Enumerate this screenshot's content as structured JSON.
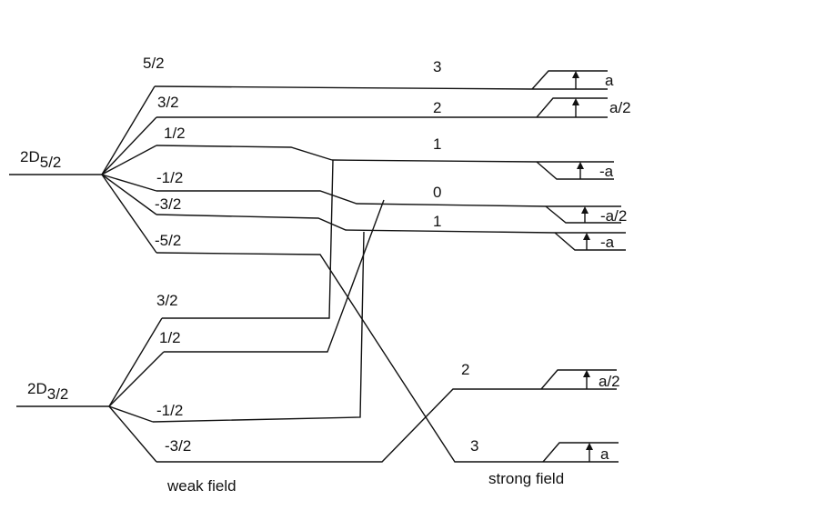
{
  "terms": {
    "upper": {
      "main": "2D",
      "sub": "5/2"
    },
    "lower": {
      "main": "2D",
      "sub": "3/2"
    }
  },
  "weak_field": {
    "upper_levels": [
      "5/2",
      "3/2",
      "1/2",
      "-1/2",
      "-3/2",
      "-5/2"
    ],
    "lower_levels": [
      "3/2",
      "1/2",
      "-1/2",
      "-3/2"
    ]
  },
  "strong_field": {
    "upper_levels": [
      "3",
      "2",
      "1",
      "0",
      "1"
    ],
    "lower_levels": [
      "2",
      "3"
    ]
  },
  "splittings": {
    "upper": [
      "a",
      "a/2",
      "-a",
      "-a/2",
      "-a"
    ],
    "lower": [
      "a/2",
      "a"
    ]
  },
  "regime_labels": {
    "weak": "weak field",
    "strong": "strong field"
  }
}
